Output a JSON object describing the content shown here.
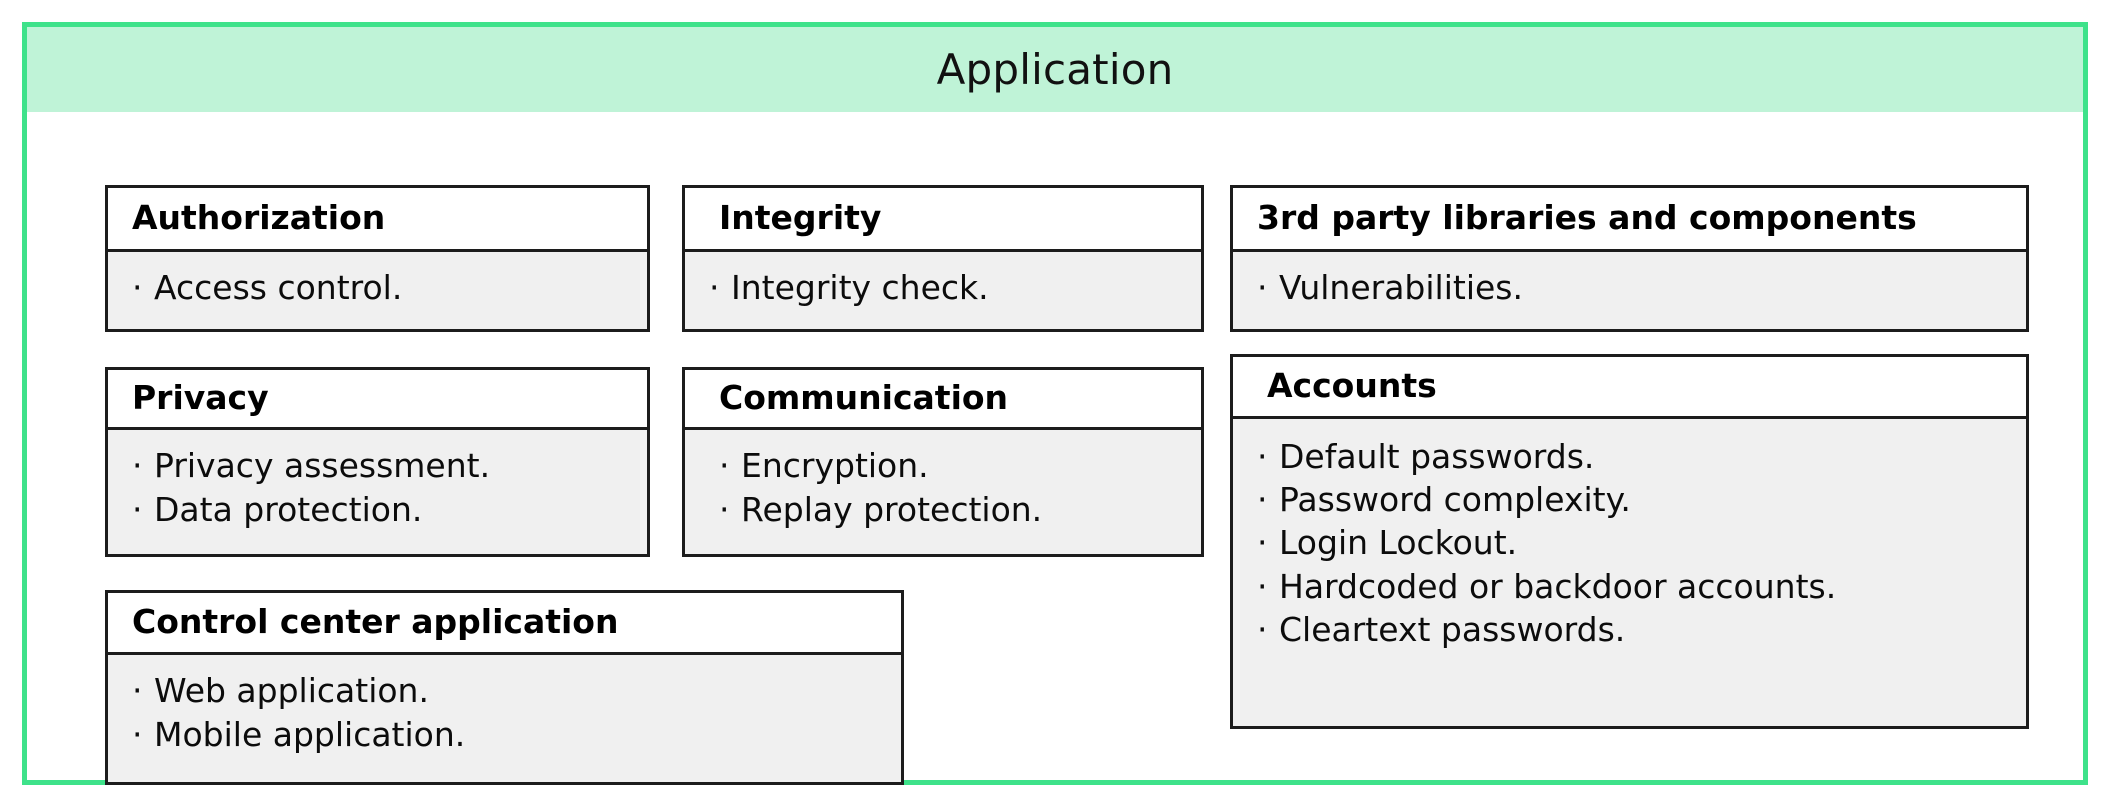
{
  "panel": {
    "title": "Application",
    "header_bg": "#bff3d7",
    "border_color": "#3ee28a",
    "card_border_color": "#1c1c1c",
    "card_body_bg": "#f0f0f0",
    "card_head_bg": "#ffffff"
  },
  "bullet_glyph": "·",
  "cards": [
    {
      "id": "authorization",
      "title": "Authorization",
      "items": [
        {
          "text": "Access control."
        }
      ]
    },
    {
      "id": "integrity",
      "title": "Integrity",
      "items": [
        {
          "text": "Integrity check."
        }
      ]
    },
    {
      "id": "thirdparty",
      "title": "3rd party libraries and components",
      "items": [
        {
          "text": "Vulnerabilities."
        }
      ]
    },
    {
      "id": "privacy",
      "title": "Privacy",
      "items": [
        {
          "text": "Privacy assessment."
        },
        {
          "text": "Data protection."
        }
      ]
    },
    {
      "id": "communication",
      "title": "Communication",
      "items": [
        {
          "text": "Encryption."
        },
        {
          "text": "Replay protection."
        }
      ]
    },
    {
      "id": "accounts",
      "title": "Accounts",
      "items": [
        {
          "text": "Default passwords."
        },
        {
          "text": "Password complexity."
        },
        {
          "text": "Login Lockout."
        },
        {
          "text": "Hardcoded or backdoor accounts."
        },
        {
          "text": "Cleartext passwords."
        }
      ]
    },
    {
      "id": "controlcenter",
      "title": "Control center application",
      "items": [
        {
          "text": "Web application."
        },
        {
          "text": "Mobile application."
        }
      ]
    }
  ]
}
